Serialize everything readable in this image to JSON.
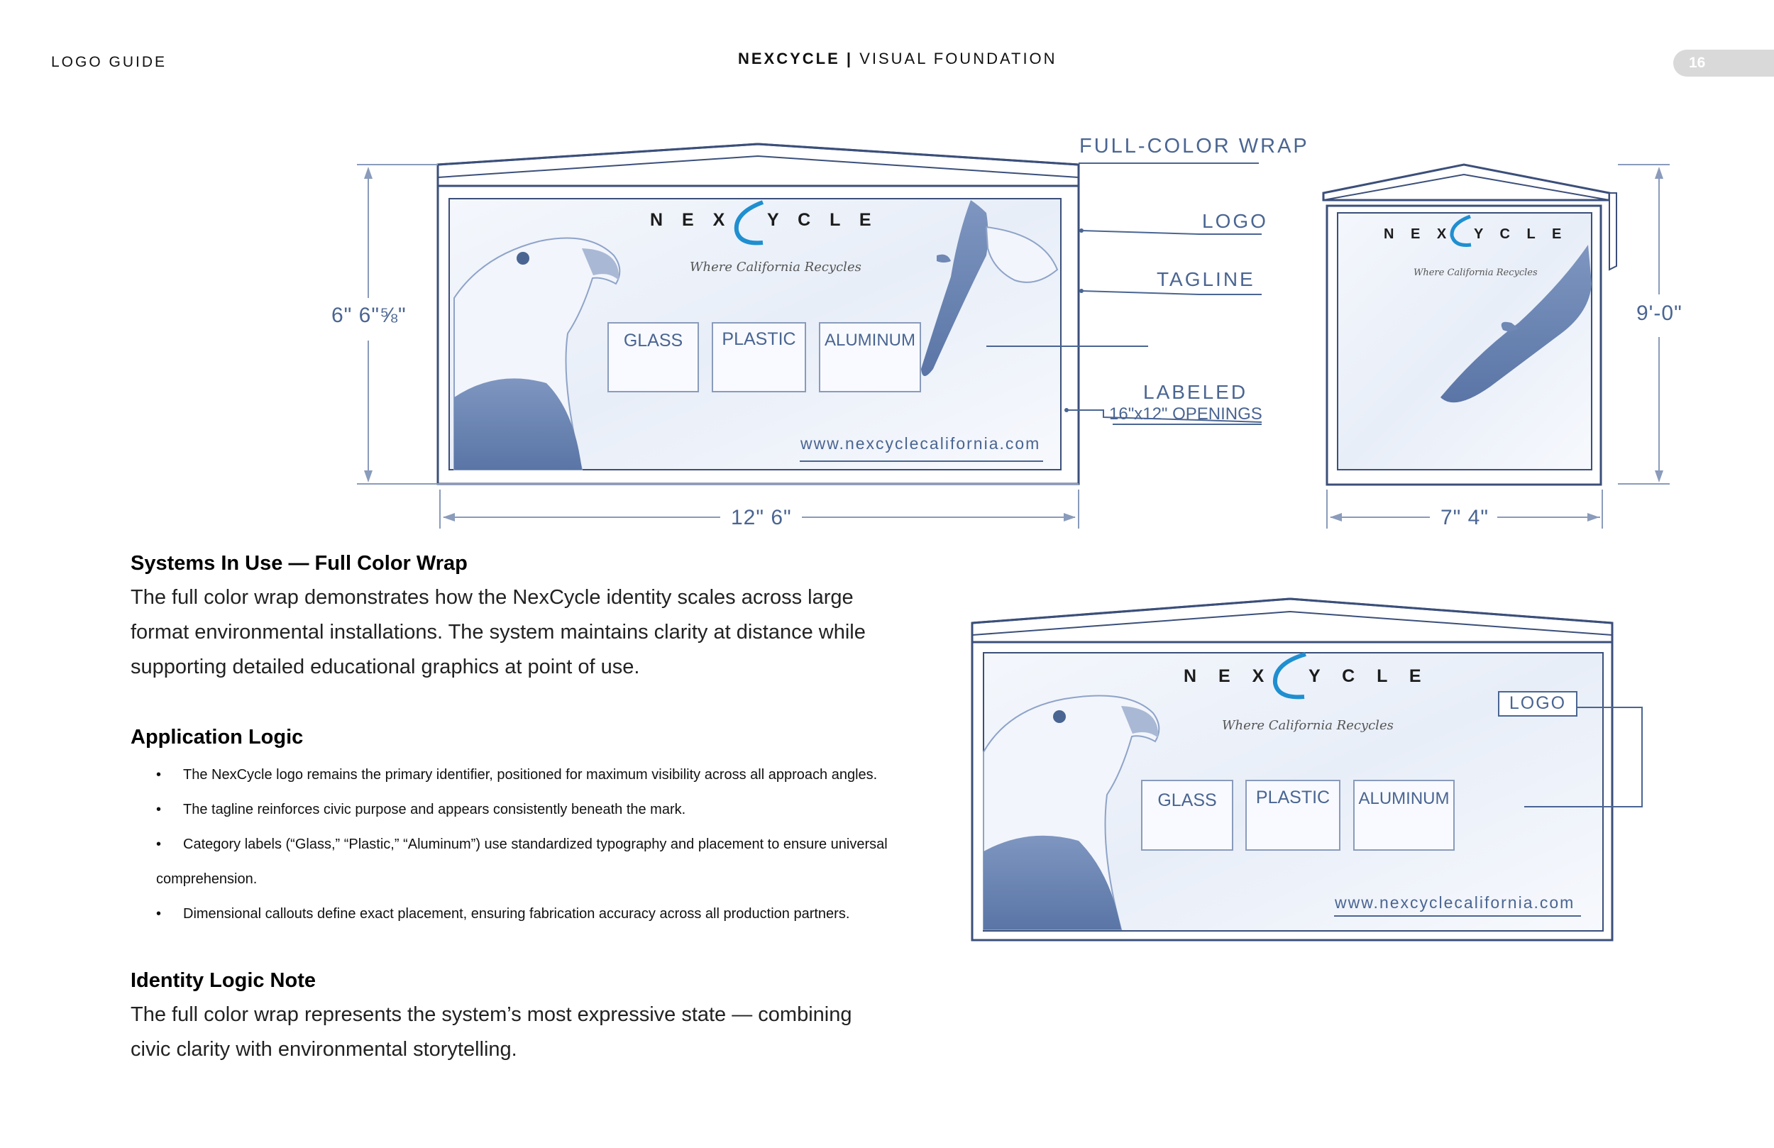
{
  "header": {
    "left": "LOGO GUIDE",
    "brand": "NEXCYCLE",
    "separator": "|",
    "subtitle": "VISUAL FOUNDATION",
    "page_number": "16"
  },
  "diagram": {
    "full_color_wrap": "FULL-COLOR WRAP",
    "callout_logo": "LOGO",
    "callout_tagline": "TAGLINE",
    "callout_labeled": "LABELED",
    "callout_openings": "16\"x12\" OPENINGS",
    "dim_height_front": "6\" 6\"⅝\"",
    "dim_width_front": "12\" 6\"",
    "dim_height_side": "9'-0\"",
    "dim_width_side": "7\" 4\"",
    "logo_left": "N E X",
    "logo_right": "Y C L E",
    "tagline": "Where California Recycles",
    "bin_glass": "GLASS",
    "bin_plastic": "PLASTIC",
    "bin_aluminum": "ALUMINUM",
    "url": "www.nexcyclecalifornia.com",
    "render_logo_label": "LOGO"
  },
  "sections": {
    "systems_heading": "Systems In Use — Full Color Wrap",
    "systems_body": "The full color wrap demonstrates how the NexCycle identity scales across large format environmental installations. The system maintains clarity at distance while supporting detailed educational graphics at point of use.",
    "app_heading": "Application Logic",
    "bullets": [
      "The NexCycle logo remains the primary identifier, positioned for maximum visibility across all approach angles.",
      "The tagline reinforces civic purpose and appears consistently beneath the mark.",
      "Category labels (“Glass,” “Plastic,” “Aluminum”) use standardized typography and placement to ensure universal",
      "Dimensional callouts define exact placement, ensuring fabrication accuracy across all production partners."
    ],
    "bullet_continuation": "comprehension.",
    "identity_heading": "Identity Logic Note",
    "identity_body": "The full color wrap represents the system’s most expressive state — combining civic clarity with environmental storytelling."
  },
  "colors": {
    "accent_blue": "#4a6592",
    "logo_cyan": "#1f8fd0",
    "eagle_blue": "#6f88b4"
  },
  "icons": [
    "eagle-head-illustration",
    "eagle-flying-illustration",
    "nexcycle-swoosh-icon"
  ]
}
